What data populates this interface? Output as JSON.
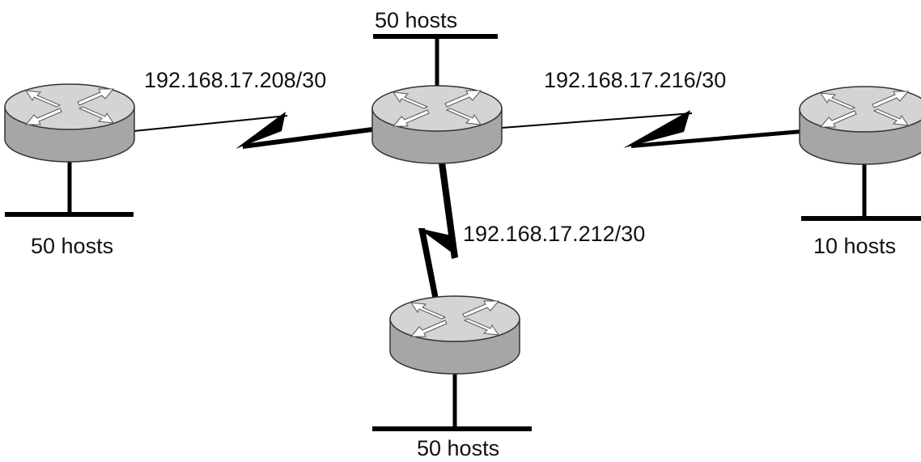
{
  "links": {
    "left": "192.168.17.208/30",
    "right": "192.168.17.216/30",
    "bottom": "192.168.17.212/30"
  },
  "lans": {
    "center": "50 hosts",
    "left": "50 hosts",
    "right": "10 hosts",
    "bottom": "50 hosts"
  },
  "colors": {
    "router_top": "#d4d4d4",
    "router_side": "#a6a6a6",
    "line": "#000000"
  }
}
